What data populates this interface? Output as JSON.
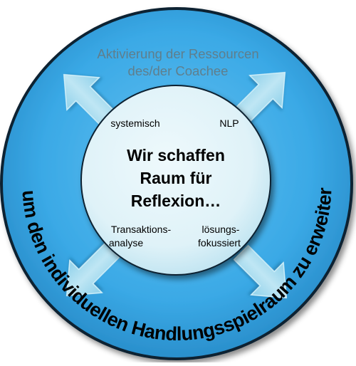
{
  "top_caption": {
    "line1": "Aktivierung der Ressourcen",
    "line2": "des/der Coachee"
  },
  "center": {
    "line1": "Wir schaffen",
    "line2": "Raum für",
    "line3": "Reflexion…"
  },
  "methods": {
    "top_left": "systemisch",
    "top_right": "NLP",
    "bottom_left_1": "Transaktions-",
    "bottom_left_2": "analyse",
    "bottom_right_1": "lösungs-",
    "bottom_right_2": "fokussiert"
  },
  "ring_text": "…um den individuellen Handlungsspielraum zu erweitern.",
  "colors": {
    "outer_ring": "#3AA9E6",
    "ring_edge": "#0B2030",
    "inner_circle": "#DFF2F8",
    "arrows": "#A8DCEF",
    "caption": "#5F7E8C",
    "text": "#000000"
  }
}
